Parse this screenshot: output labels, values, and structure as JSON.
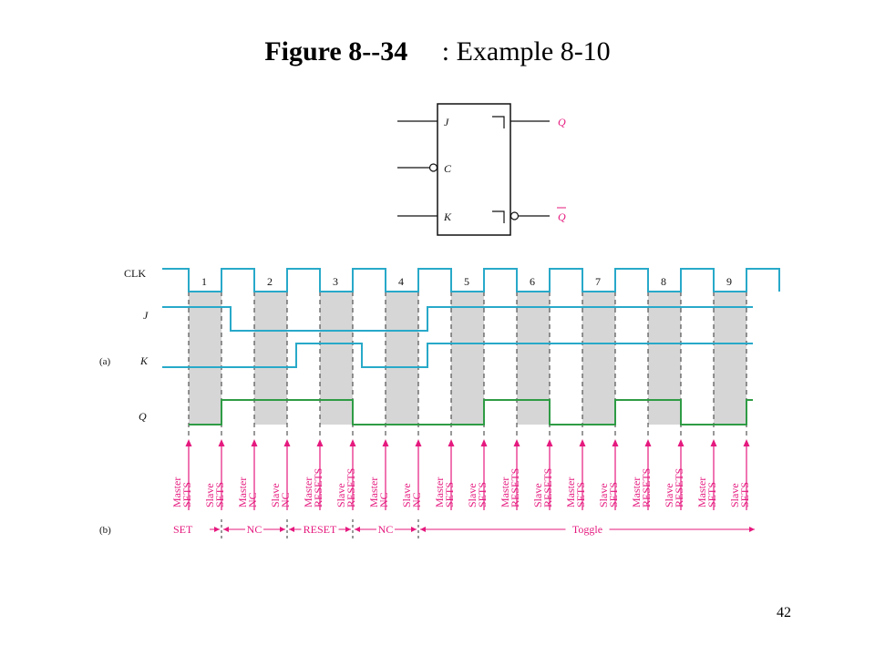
{
  "title": {
    "bold": "Figure 8--34",
    "rest": "     : Example 8-10"
  },
  "page_number": "42",
  "flipflop": {
    "inputs": [
      "J",
      "C",
      "K"
    ],
    "outputs": [
      "Q",
      "Q"
    ]
  },
  "timing": {
    "part_a_label": "(a)",
    "part_b_label": "(b)",
    "signals": [
      "CLK",
      "J",
      "K",
      "Q"
    ],
    "pulse_numbers": [
      "1",
      "2",
      "3",
      "4",
      "5",
      "6",
      "7",
      "8",
      "9"
    ],
    "J_levels": [
      1,
      0,
      0,
      0,
      1,
      1,
      1,
      1,
      1
    ],
    "K_levels": [
      0,
      0,
      1,
      0,
      1,
      1,
      1,
      1,
      1
    ],
    "Q_after_pulse": [
      1,
      1,
      0,
      0,
      1,
      0,
      1,
      0,
      1
    ],
    "arrow_labels": [
      [
        "Master",
        "SETS"
      ],
      [
        "Slave",
        "SETS"
      ],
      [
        "Master",
        "NC"
      ],
      [
        "Slave",
        "NC"
      ],
      [
        "Master",
        "RESETS"
      ],
      [
        "Slave",
        "RESETS"
      ],
      [
        "Master",
        "NC"
      ],
      [
        "Slave",
        "NC"
      ],
      [
        "Master",
        "SETS"
      ],
      [
        "Slave",
        "SETS"
      ],
      [
        "Master",
        "RESETS"
      ],
      [
        "Slave",
        "RESETS"
      ],
      [
        "Master",
        "SETS"
      ],
      [
        "Slave",
        "SETS"
      ],
      [
        "Master",
        "RESETS"
      ],
      [
        "Slave",
        "RESETS"
      ],
      [
        "Master",
        "SETS"
      ],
      [
        "Slave",
        "SETS"
      ]
    ],
    "mode_labels": [
      "SET",
      "NC",
      "RESET",
      "NC",
      "Toggle"
    ],
    "colors": {
      "clock": "#28a9c9",
      "output": "#2f9c45",
      "annotation": "#e5197e",
      "shade": "#d6d6d6"
    }
  }
}
